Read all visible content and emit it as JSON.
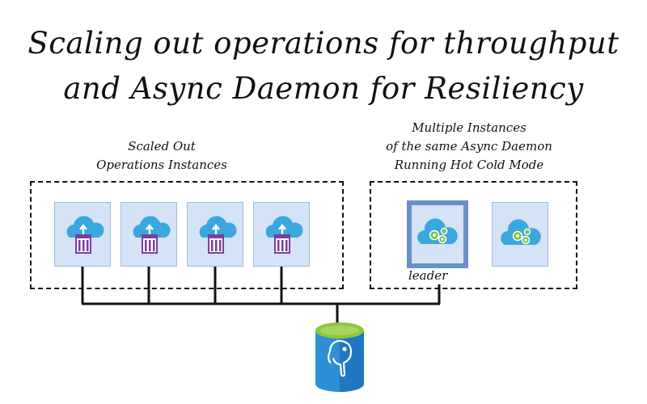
{
  "title": {
    "line1": "Scaling out operations for throughput",
    "line2": "and Async Daemon for Resiliency"
  },
  "left_group": {
    "caption_line1": "Scaled Out",
    "caption_line2": "Operations Instances",
    "instances": [
      {
        "icon": "cloud-container-upload-icon"
      },
      {
        "icon": "cloud-container-upload-icon"
      },
      {
        "icon": "cloud-container-upload-icon"
      },
      {
        "icon": "cloud-container-upload-icon"
      }
    ]
  },
  "right_group": {
    "caption_line1": "Multiple Instances",
    "caption_line2": "of the same Async Daemon",
    "caption_line3": "Running Hot Cold Mode",
    "leader_label": "leader",
    "instances": [
      {
        "icon": "cloud-gears-icon",
        "role": "leader"
      },
      {
        "icon": "cloud-gears-icon",
        "role": "standby"
      }
    ]
  },
  "database": {
    "icon": "postgresql-elephant-icon"
  },
  "colors": {
    "tile_fill": "#d4e3f5",
    "leader_border": "#6b8fc8",
    "cloud": "#3aa7de",
    "container": "#7b3fa0",
    "gear": "#7cc242",
    "db_body": "#2f8fd6",
    "db_top": "#8dc63f"
  }
}
